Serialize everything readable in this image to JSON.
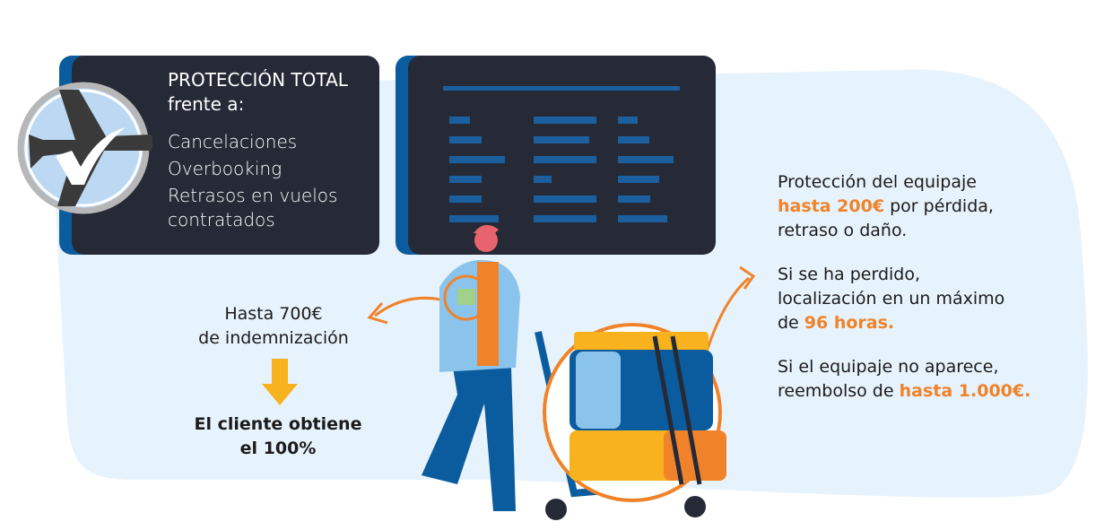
{
  "colors": {
    "dark_panel": "#262a36",
    "blue": "#0b5c9e",
    "light_bg": "#e6f3fc",
    "orange": "#f0832a",
    "yellow": "#f8b21e"
  },
  "protection_panel": {
    "title": "PROTECCIÓN TOTAL",
    "subtitle": "frente a:",
    "items": [
      "Cancelaciones",
      "Overbooking",
      "Retrasos en vuelos",
      "contratados"
    ],
    "icon": "plane-check-icon"
  },
  "board_panel": {
    "icon": "departures-board"
  },
  "compensation": {
    "line1": "Hasta 700€",
    "line2": "de indemnización",
    "result_line1": "El cliente obtiene",
    "result_line2": "el 100%"
  },
  "luggage": {
    "title": "Protección del equipaje",
    "p1_highlight": "hasta 200€",
    "p1_rest": " por pérdida,",
    "p1_line2": "retraso o daño.",
    "p2_line1": "Si se ha perdido,",
    "p2_line2": "localización en un máximo",
    "p2_pre": "de ",
    "p2_highlight": "96 horas.",
    "p3_line1": "Si el equipaje no aparece,",
    "p3_pre": "reembolso de ",
    "p3_highlight": "hasta 1.000€."
  }
}
